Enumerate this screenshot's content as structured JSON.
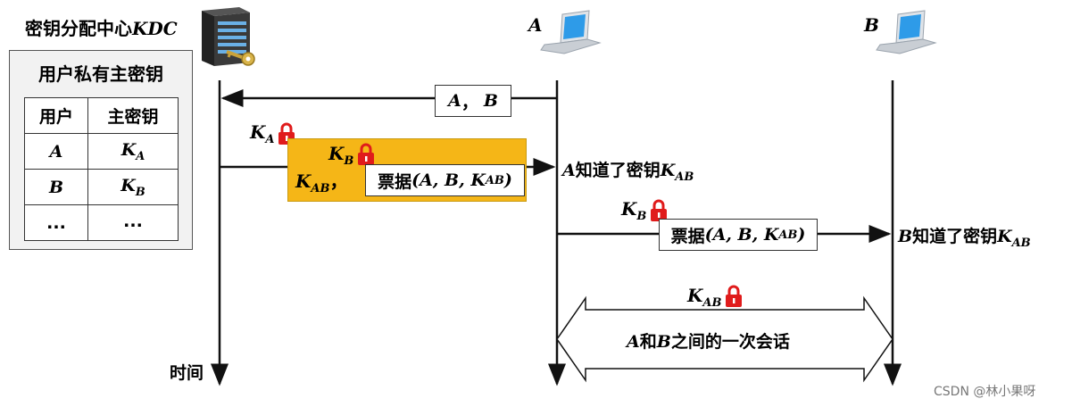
{
  "kdc": {
    "title": "密钥分配中心",
    "title_var": "KDC"
  },
  "host_a": {
    "label": "A"
  },
  "host_b": {
    "label": "B"
  },
  "table": {
    "title": "用户私有主密钥",
    "headers": [
      "用户",
      "主密钥"
    ],
    "rows": [
      {
        "user": "A",
        "key": "K",
        "key_sub": "A"
      },
      {
        "user": "B",
        "key": "K",
        "key_sub": "B"
      },
      {
        "user": "...",
        "key": "...",
        "key_sub": ""
      }
    ]
  },
  "msg1": {
    "a": "A",
    "sep": "，",
    "b": "B"
  },
  "msg2": {
    "outer_key": "K",
    "outer_sub": "A",
    "inner_key": "K",
    "inner_sub": "B",
    "session_key": "K",
    "session_sub": "AB",
    "comma": "，",
    "ticket_word": "票据",
    "ticket_args": "(A, B, K",
    "ticket_sub": "AB",
    "ticket_close": ")"
  },
  "a_knows": {
    "var": "A",
    "text": "知道了密钥",
    "key": "K",
    "key_sub": "AB"
  },
  "msg3": {
    "key": "K",
    "key_sub": "B",
    "ticket_word": "票据",
    "ticket_args": "(A, B, K",
    "ticket_sub": "AB",
    "ticket_close": ")"
  },
  "b_knows": {
    "var": "B",
    "text": "知道了密钥",
    "key": "K",
    "key_sub": "AB"
  },
  "session": {
    "key": "K",
    "key_sub": "AB",
    "var_a": "A",
    "and": "和",
    "var_b": "B",
    "text": "之间的一次会话"
  },
  "time_label": "时间",
  "watermark": "CSDN @林小果呀",
  "colors": {
    "ticket_fill": "#f5b617",
    "lock_red": "#e01b1b",
    "line": "#111111"
  }
}
